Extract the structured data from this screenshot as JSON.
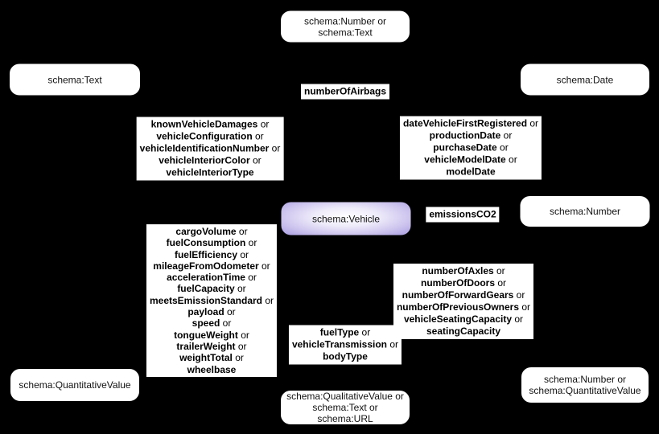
{
  "diagram": {
    "background_color": "#000000",
    "node_fill_color": "#ffffff",
    "node_border_color": "#000000",
    "class_node_gradient_center": "#ffffff",
    "class_node_gradient_edge": "#a89ce1",
    "edge_label_background": "#ffffff",
    "text_color": "#000000",
    "connector": "or",
    "nodes": [
      {
        "id": "number-or-text",
        "types": [
          "schema:Number",
          "schema:Text"
        ]
      },
      {
        "id": "text",
        "types": [
          "schema:Text"
        ]
      },
      {
        "id": "date",
        "types": [
          "schema:Date"
        ]
      },
      {
        "id": "vehicle",
        "types": [
          "schema:Vehicle"
        ],
        "variant": "class"
      },
      {
        "id": "number",
        "types": [
          "schema:Number"
        ]
      },
      {
        "id": "quantitative-value",
        "types": [
          "schema:QuantitativeValue"
        ]
      },
      {
        "id": "number-or-quantitative-value",
        "types": [
          "schema:Number",
          "schema:QuantitativeValue"
        ]
      },
      {
        "id": "qualitative-value-text-url",
        "types": [
          "schema:QualitativeValue",
          "schema:Text",
          "schema:URL"
        ]
      }
    ],
    "edge_labels": [
      {
        "id": "number-of-airbags",
        "properties": [
          "numberOfAirbags"
        ]
      },
      {
        "id": "text-properties",
        "properties": [
          "knownVehicleDamages",
          "vehicleConfiguration",
          "vehicleIdentificationNumber",
          "vehicleInteriorColor",
          "vehicleInteriorType"
        ]
      },
      {
        "id": "date-properties",
        "properties": [
          "dateVehicleFirstRegistered",
          "productionDate",
          "purchaseDate",
          "vehicleModelDate",
          "modelDate"
        ]
      },
      {
        "id": "emissions-co2",
        "properties": [
          "emissionsCO2"
        ]
      },
      {
        "id": "quantitative-properties",
        "properties": [
          "cargoVolume",
          "fuelConsumption",
          "fuelEfficiency",
          "mileageFromOdometer",
          "accelerationTime",
          "fuelCapacity",
          "meetsEmissionStandard",
          "payload",
          "speed",
          "tongueWeight",
          "trailerWeight",
          "weightTotal",
          "wheelbase"
        ]
      },
      {
        "id": "count-properties",
        "properties": [
          "numberOfAxles",
          "numberOfDoors",
          "numberOfForwardGears",
          "numberOfPreviousOwners",
          "vehicleSeatingCapacity",
          "seatingCapacity"
        ]
      },
      {
        "id": "qualitative-properties",
        "properties": [
          "fuelType",
          "vehicleTransmission",
          "bodyType"
        ]
      }
    ]
  }
}
